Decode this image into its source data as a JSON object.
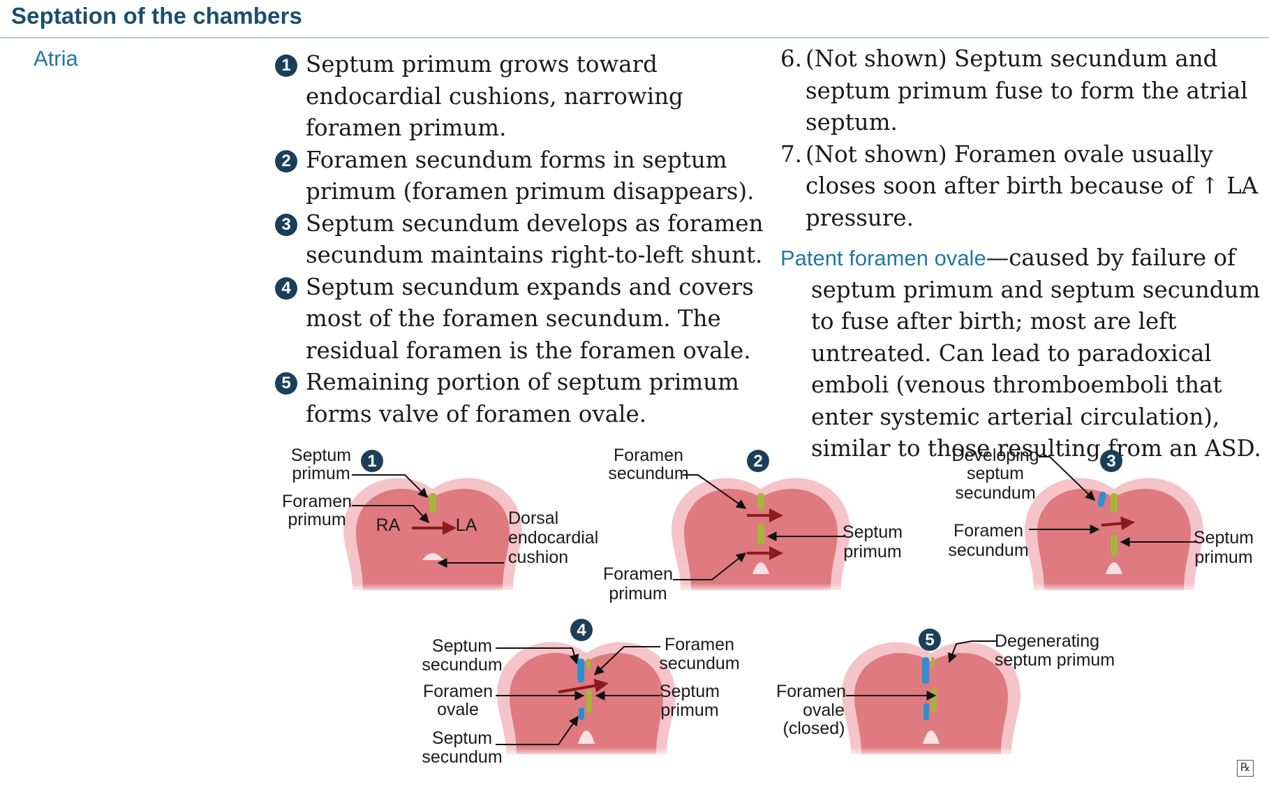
{
  "header": {
    "title": "Septation of the chambers"
  },
  "section_label": "Atria",
  "steps": [
    {
      "num": "1",
      "text": "Septum primum grows toward endocardial cushions, narrowing foramen primum."
    },
    {
      "num": "2",
      "text": "Foramen secundum forms in septum primum (foramen primum disappears)."
    },
    {
      "num": "3",
      "text": "Septum secundum develops as foramen secundum maintains right-to-left shunt."
    },
    {
      "num": "4",
      "text": "Septum secundum expands and covers most of the foramen secundum. The residual foramen is the foramen ovale."
    },
    {
      "num": "5",
      "text": "Remaining portion of septum primum forms valve of foramen ovale."
    }
  ],
  "notes": [
    {
      "num": "6.",
      "text": "(Not shown) Septum secundum and septum primum fuse to form the atrial septum."
    },
    {
      "num": "7.",
      "text_before": "(Not shown) Foramen ovale usually closes soon after birth because of ",
      "arrow": "↑",
      "text_after": " LA pressure."
    }
  ],
  "pfo": {
    "term": "Patent foramen ovale",
    "dash": "—",
    "text": "caused by failure of septum primum and septum secundum to fuse after birth; most are left untreated. Can lead to paradoxical emboli (venous thromboemboli that enter systemic arterial circulation), similar to those resulting from an ASD."
  },
  "diagrams": [
    {
      "num": "1",
      "labels": [
        "Septum",
        "primum",
        "Foramen",
        "primum",
        "RA",
        "LA",
        "Dorsal",
        "endocardial",
        "cushion"
      ]
    },
    {
      "num": "2",
      "labels": [
        "Foramen",
        "secundum",
        "Septum",
        "primum",
        "Foramen",
        "primum"
      ]
    },
    {
      "num": "3",
      "labels": [
        "Developing",
        "septum",
        "secundum",
        "Foramen",
        "secundum",
        "Septum",
        "primum"
      ]
    },
    {
      "num": "4",
      "labels": [
        "Septum",
        "secundum",
        "Foramen",
        "ovale",
        "Septum",
        "secundum",
        "Foramen",
        "secundum",
        "Septum",
        "primum"
      ]
    },
    {
      "num": "5",
      "labels": [
        "Degenerating",
        "septum primum",
        "Foramen",
        "ovale",
        "(closed)"
      ]
    }
  ],
  "colors": {
    "title": "#1b4e6d",
    "accent": "#1f78a6",
    "badge": "#1b3f59",
    "heart_outer": "#f4c4c8",
    "heart_inner": "#df7a80",
    "septum_primum": "#a6b43a",
    "septum_secundum": "#2b8fd0",
    "flow_arrow": "#8a1c1c"
  },
  "logo_icon": "rx-icon"
}
